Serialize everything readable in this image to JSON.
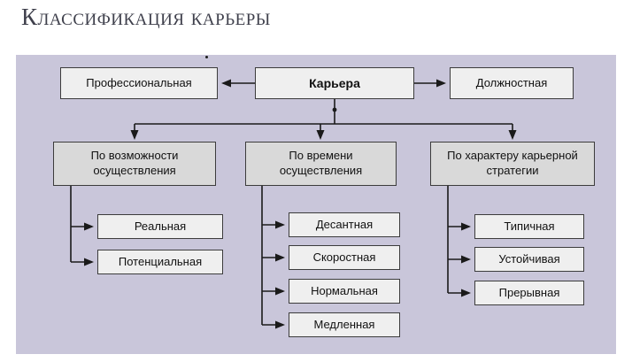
{
  "title": "Классификация карьеры",
  "diagram": {
    "root": {
      "label": "Карьера"
    },
    "left_node": {
      "label": "Профессиональная"
    },
    "right_node": {
      "label": "Должностная"
    },
    "branches": [
      {
        "header": "По возможности осуществления",
        "items": [
          "Реальная",
          "Потенциальная"
        ]
      },
      {
        "header": "По времени осуществления",
        "items": [
          "Десантная",
          "Скоростная",
          "Нормальная",
          "Медленная"
        ]
      },
      {
        "header": "По характеру карьерной стратегии",
        "items": [
          "Типичная",
          "Устойчивая",
          "Прерывная"
        ]
      }
    ],
    "colors": {
      "panel_bg": "#c9c6da",
      "node_bg": "#efefef",
      "header_bg": "#d9d9d9",
      "node_border": "#3c3c3c",
      "line": "#1a1a1a",
      "title_text": "#3f404c"
    }
  }
}
